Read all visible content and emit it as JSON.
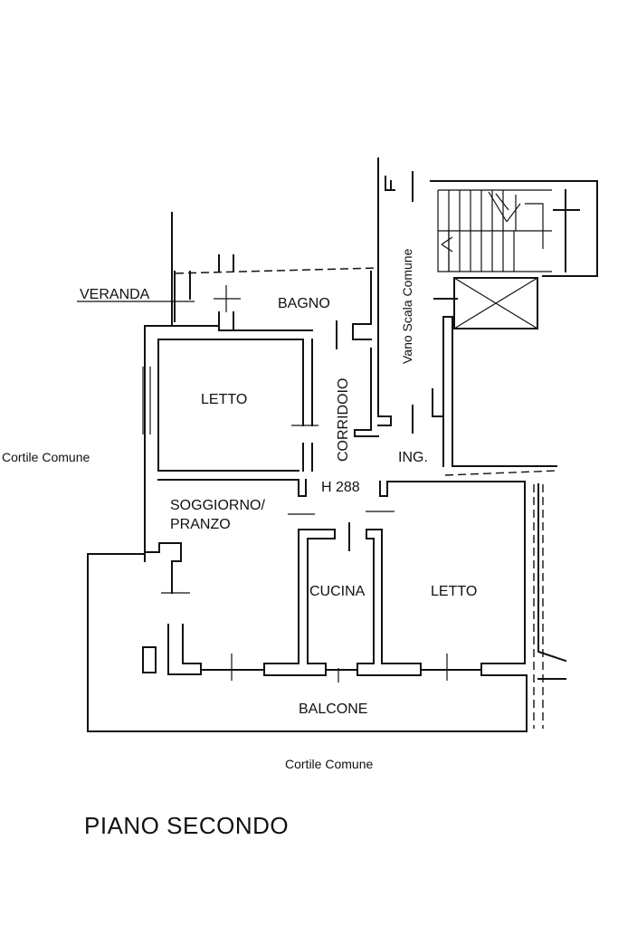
{
  "floor_title": "PIANO SECONDO",
  "rooms": {
    "veranda": "VERANDA",
    "bagno": "BAGNO",
    "letto_1": "LETTO",
    "corridoio": "CORRIDOIO",
    "vano_scala": "Vano Scala Comune",
    "ingresso": "ING.",
    "soggiorno_line1": "SOGGIORNO/",
    "soggiorno_line2": "PRANZO",
    "cucina": "CUCINA",
    "letto_2": "LETTO",
    "balcone": "BALCONE"
  },
  "ceiling_height": "H 288",
  "surroundings": {
    "courtyard_west": "Cortile Comune",
    "courtyard_south": "Cortile Comune"
  },
  "colors": {
    "line": "#111111",
    "background": "#ffffff"
  }
}
